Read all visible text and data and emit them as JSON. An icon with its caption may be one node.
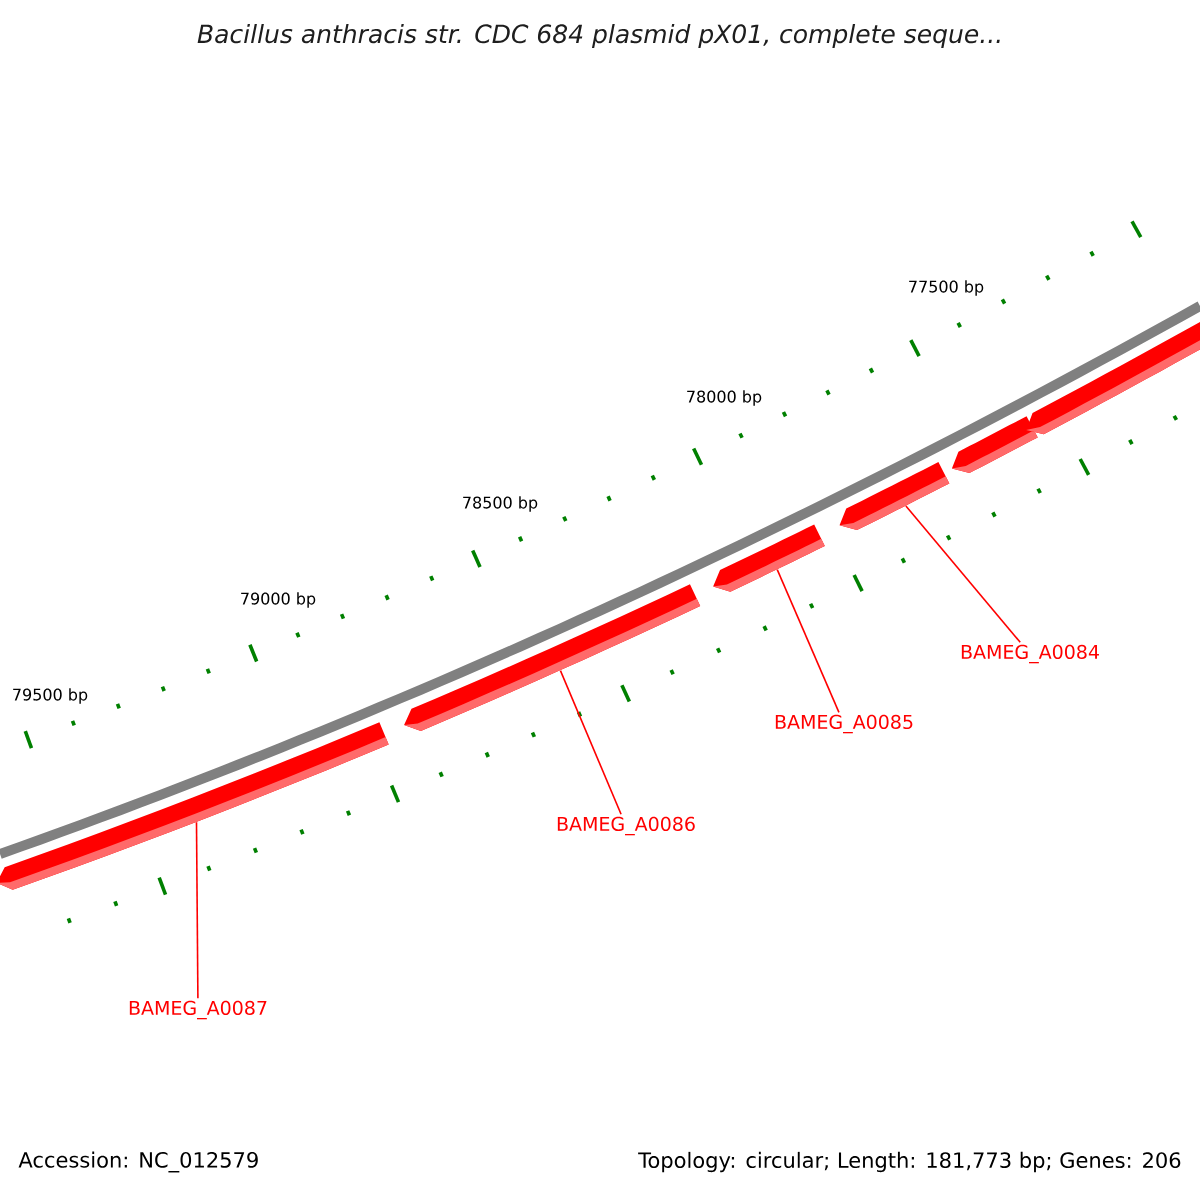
{
  "diagram": {
    "title": "Bacillus anthracis str. CDC 684 plasmid pX01, complete seque...",
    "nodes": [
      {
        "text": [],
        "shape": "bar"
      },
      {
        "text": [],
        "shape": "bar"
      },
      {
        "text": [],
        "shape": "bar"
      },
      {
        "text": [],
        "shape": "bar"
      },
      {
        "text": [],
        "shape": "bar"
      },
      {
        "text": [],
        "shape": "bar"
      },
      {
        "text": [
          "BAMEG_A0084"
        ]
      },
      {
        "text": [
          "BAMEG_A0085"
        ]
      },
      {
        "text": [
          "BAMEG_A0086"
        ]
      },
      {
        "text": [
          "BAMEG_A0087"
        ]
      }
    ],
    "edges": [
      {
        "from": 6,
        "to": 3,
        "arrow": "none"
      },
      {
        "from": 7,
        "to": 2,
        "arrow": "none"
      },
      {
        "from": 8,
        "to": 1,
        "arrow": "none"
      },
      {
        "from": 9,
        "to": 0,
        "arrow": "none"
      }
    ],
    "labels": [
      "77500 bp",
      "78000 bp",
      "78500 bp",
      "79000 bp",
      "79500 bp",
      "Accession: NC_012579",
      "Topology: circular; Length: 181,773 bp; Genes: 206"
    ]
  }
}
